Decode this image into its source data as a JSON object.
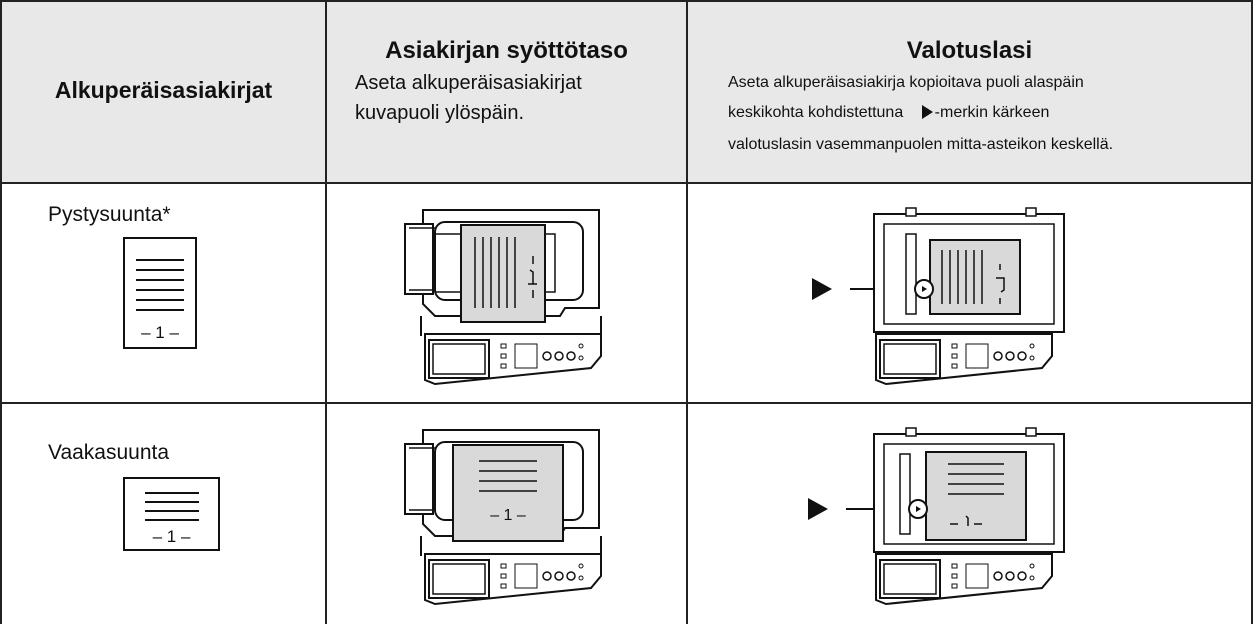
{
  "header": {
    "col1_title": "Alkuperäisasiakirjat",
    "col2_title": "Asiakirjan syöttötaso",
    "col2_text_line1": "Aseta alkuperäisasiakirjat",
    "col2_text_line2": "kuvapuoli ylöspäin.",
    "col3_title": "Valotuslasi",
    "col3_text_line1": "Aseta alkuperäisasiakirja kopioitava puoli alaspäin",
    "col3_text_line2_a": "keskikohta kohdistettuna",
    "col3_text_line2_b": "-merkin kärkeen",
    "col3_text_line3": "valotuslasin vasemmanpuolen mitta-asteikon keskellä."
  },
  "rows": [
    {
      "label": "Pystysuunta*",
      "page_mark": "– 1 –"
    },
    {
      "label": "Vaakasuunta",
      "page_mark": "– 1 –"
    }
  ],
  "colors": {
    "header_bg": "#e8e8e8",
    "line": "#222222",
    "paper": "#d9d9d9"
  }
}
